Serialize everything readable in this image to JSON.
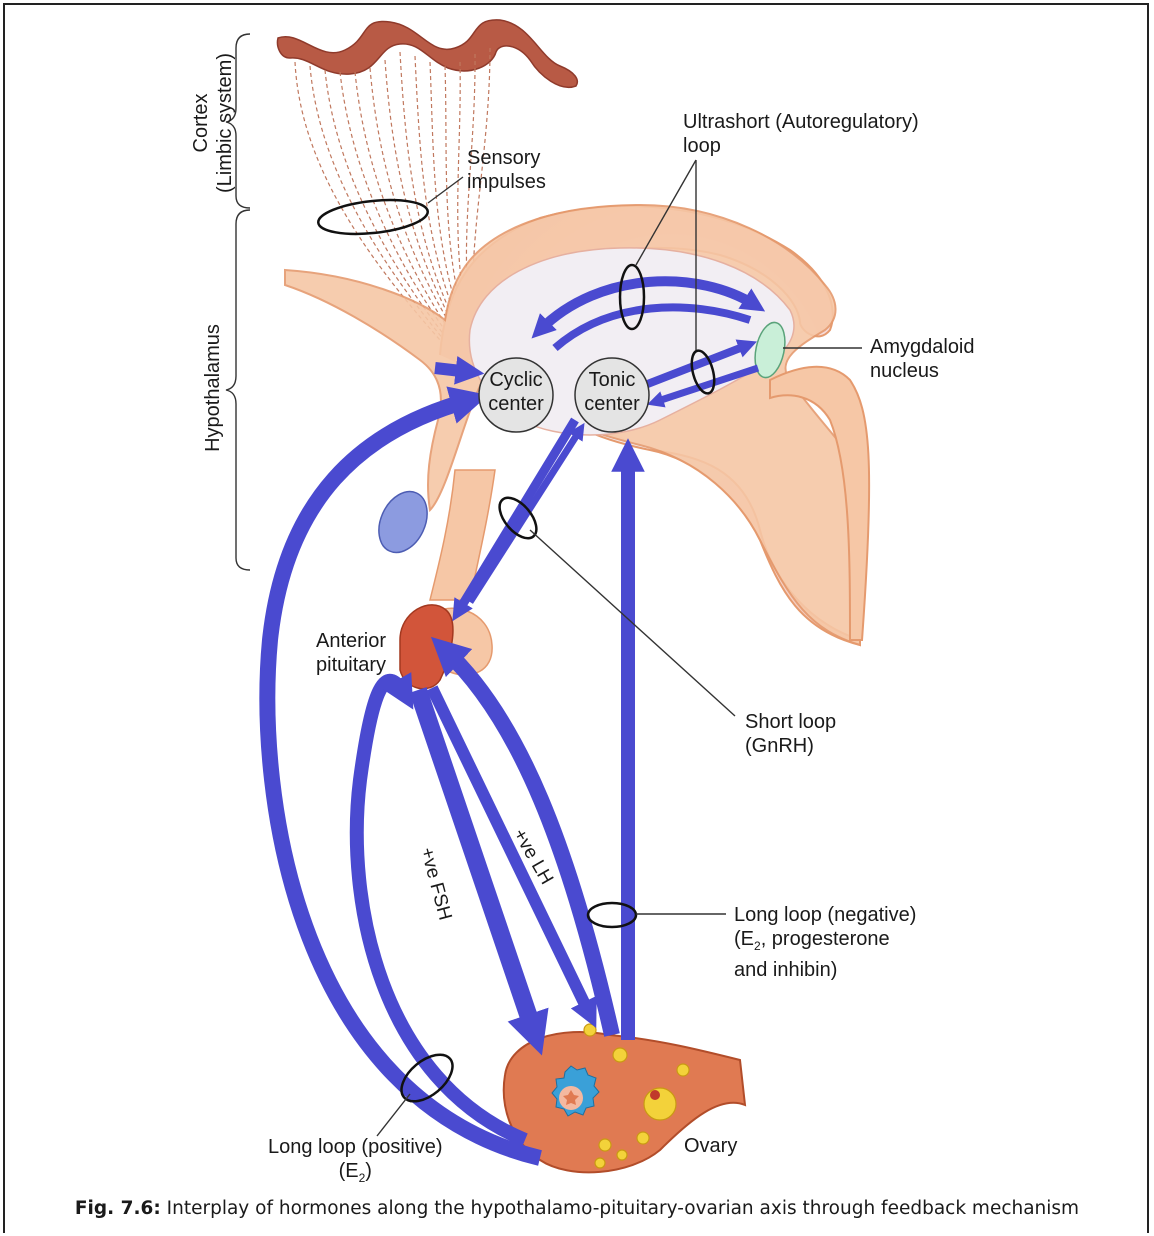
{
  "labels": {
    "cortex_line1": "Cortex",
    "cortex_line2": "(Limbic system)",
    "hypothalamus": "Hypothalamus",
    "sensory_line1": "Sensory",
    "sensory_line2": "impulses",
    "ultrashort_line1": "Ultrashort (Autoregulatory)",
    "ultrashort_line2": "loop",
    "amygdaloid_line1": "Amygdaloid",
    "amygdaloid_line2": "nucleus",
    "cyclic_line1": "Cyclic",
    "cyclic_line2": "center",
    "tonic_line1": "Tonic",
    "tonic_line2": "center",
    "anterior_line1": "Anterior",
    "anterior_line2": "pituitary",
    "short_loop_line1": "Short loop",
    "short_loop_line2": "(GnRH)",
    "fsh": "+ve FSH",
    "lh": "+ve LH",
    "long_neg_line1": "Long loop (negative)",
    "long_neg_line2_pre": "(E",
    "long_neg_line2_sub": "2",
    "long_neg_line2_post": ", progesterone",
    "long_neg_line3": "and inhibin)",
    "long_pos_line1": "Long loop (positive)",
    "long_pos_line2_pre": "(E",
    "long_pos_line2_sub": "2",
    "long_pos_line2_post": ")",
    "ovary": "Ovary"
  },
  "caption": {
    "label": "Fig. 7.6:",
    "text": " Interplay of hormones along the hypothalamo-pituitary-ovarian axis through feedback mechanism"
  },
  "colors": {
    "arrow": "#4a4ad0",
    "tissue": "#f6c7a6",
    "tissue_edge": "#e59a6e",
    "cortex": "#b85a45",
    "pituitary": "#d2553a",
    "ovary": "#e07a52",
    "follicle": "#f3d23a",
    "amygdala": "#c9efd8",
    "vessel": "#7c86d8"
  }
}
